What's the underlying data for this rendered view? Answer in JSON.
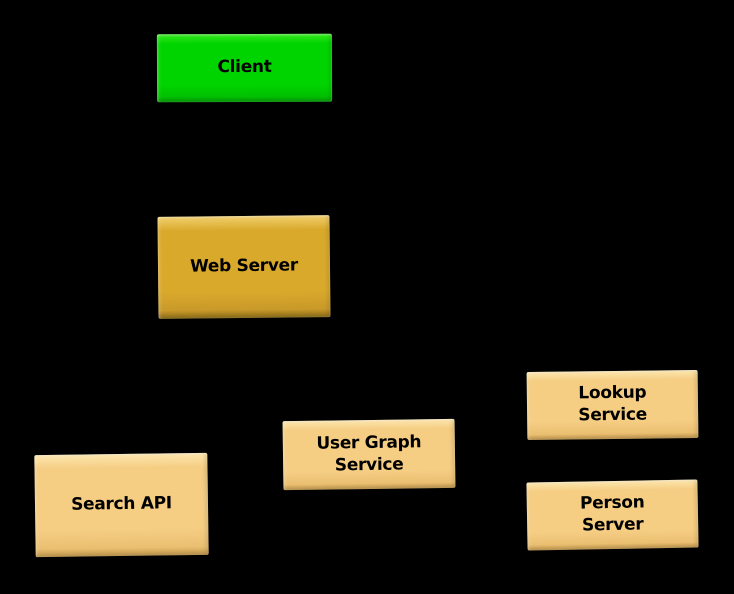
{
  "diagram": {
    "background": "#000000",
    "node_text_color": "#000000",
    "nodes": [
      {
        "id": "client",
        "label": "Client",
        "fill": "#00d400",
        "highlight": "#38ea1e",
        "shade_mid": "#00c000",
        "shade": "#009a00"
      },
      {
        "id": "web-server",
        "label": "Web Server",
        "fill": "#d9a92c",
        "highlight": "#f2d06e",
        "shade_mid": "#c9992a",
        "shade": "#8a6c16"
      },
      {
        "id": "search-api",
        "label": "Search API",
        "fill": "#f5cd83",
        "highlight": "#fde7ae",
        "shade_mid": "#eabf72",
        "shade": "#c0964a"
      },
      {
        "id": "user-graph-service",
        "label": "User Graph\nService",
        "fill": "#f5cd83",
        "highlight": "#fde7ae",
        "shade_mid": "#eabf72",
        "shade": "#c0964a"
      },
      {
        "id": "lookup-service",
        "label": "Lookup\nService",
        "fill": "#f5cd83",
        "highlight": "#fde7ae",
        "shade_mid": "#eabf72",
        "shade": "#c0964a"
      },
      {
        "id": "person-server",
        "label": "Person\nServer",
        "fill": "#f5cd83",
        "highlight": "#fde7ae",
        "shade_mid": "#eabf72",
        "shade": "#c0964a"
      }
    ]
  }
}
